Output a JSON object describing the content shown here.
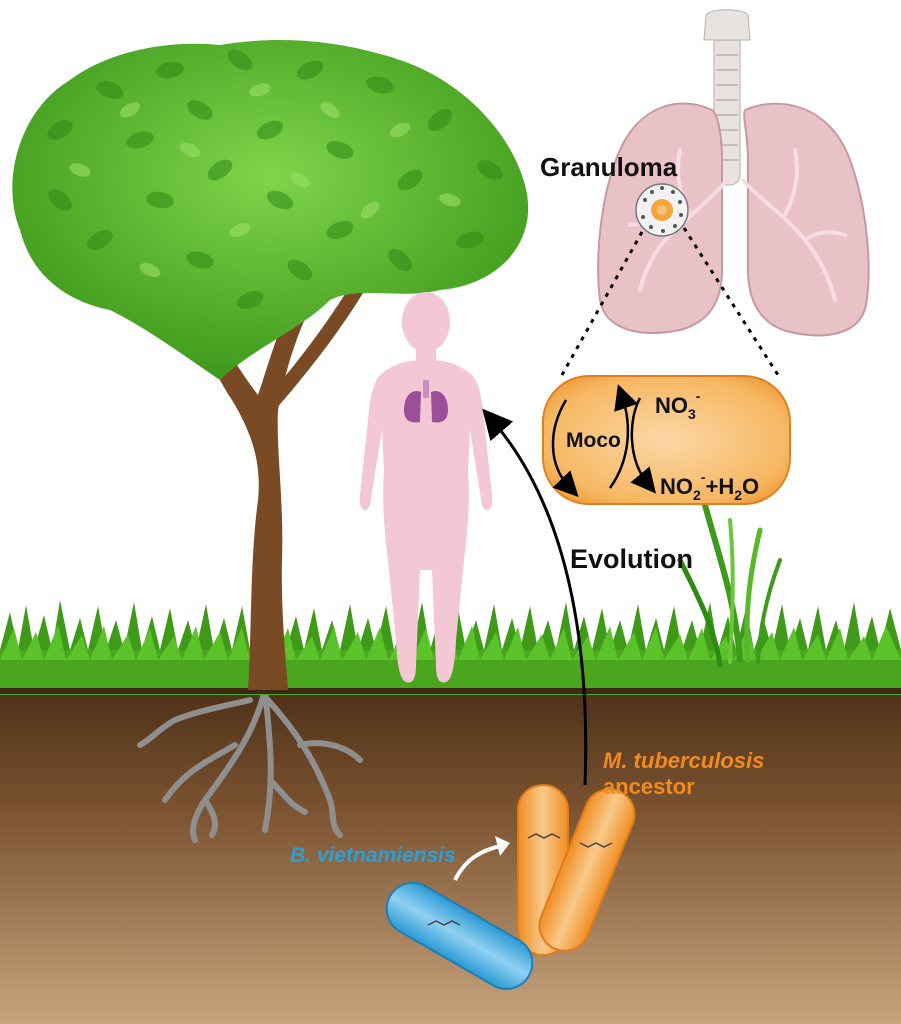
{
  "labels": {
    "granuloma": "Granuloma",
    "moco": "Moco",
    "nitrate_base": "NO",
    "nitrate_sub": "3",
    "nitrate_sup": "-",
    "nitrite_base": "NO",
    "nitrite_sub": "2",
    "nitrite_sup": "-",
    "plus_water_pre": "+H",
    "water_sub": "2",
    "water_post": "O",
    "evolution": "Evolution",
    "mtb_line1": "M. tuberculosis",
    "mtb_line2": "ancestor",
    "bviet": "B. vietnamiensis"
  },
  "colors": {
    "leaf_green": "#5fbf2a",
    "trunk_brown": "#7a4a24",
    "grass_green": "#4aa61e",
    "soil_top": "#5a3a1c",
    "soil_bottom": "#c9a27a",
    "human_pink": "#f4c7d4",
    "lung_pink": "#e9c2c8",
    "capsule_orange": "#f4a63c",
    "mtb_orange": "#f28b1e",
    "bviet_blue": "#2a9fd8"
  }
}
